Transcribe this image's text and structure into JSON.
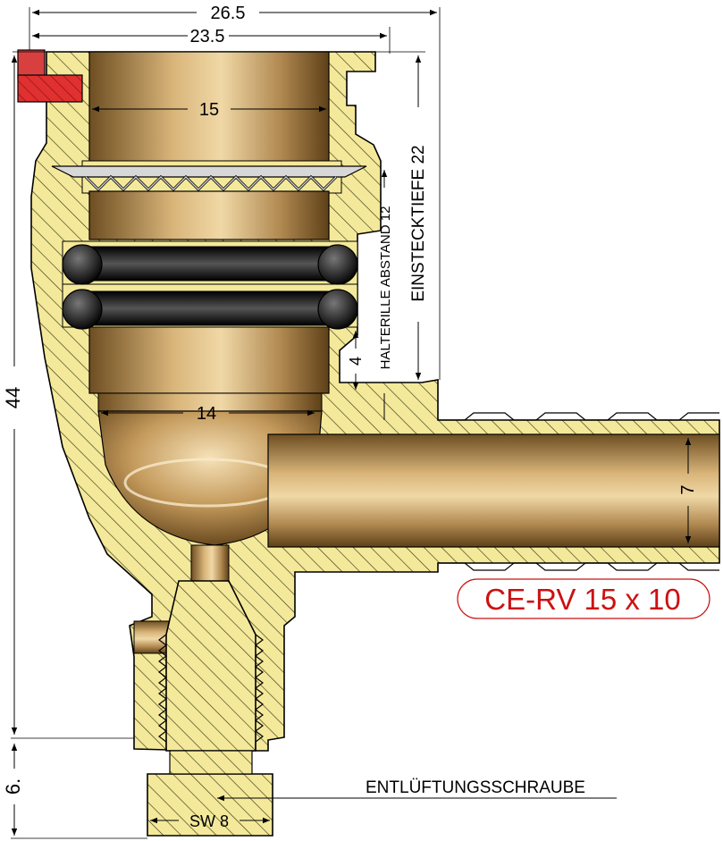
{
  "dimensions": {
    "overall_width": "26.5",
    "inner_width": "23.5",
    "pipe_bore": "15",
    "bottom_bore": "14",
    "outlet_bore": "7",
    "height_total": "44",
    "screw_height": "6.",
    "groove_offset": "4"
  },
  "labels": {
    "insertion_depth": "EINSTECKTIEFE 22",
    "groove_distance": "HALTERILLE ABSTAND 12",
    "vent_screw": "ENTLÜFTUNGSSCHRAUBE",
    "wrench_size": "SW 8"
  },
  "model_badge": "CE-RV 15 x 10",
  "colors": {
    "body_fill": "#f4e99a",
    "hatch": "#3a3a1a",
    "brass_dark": "#7a5a2a",
    "brass_light": "#e8c98a",
    "seal": "#000000",
    "cap_red": "#e03030",
    "badge_red": "#cc1111"
  }
}
